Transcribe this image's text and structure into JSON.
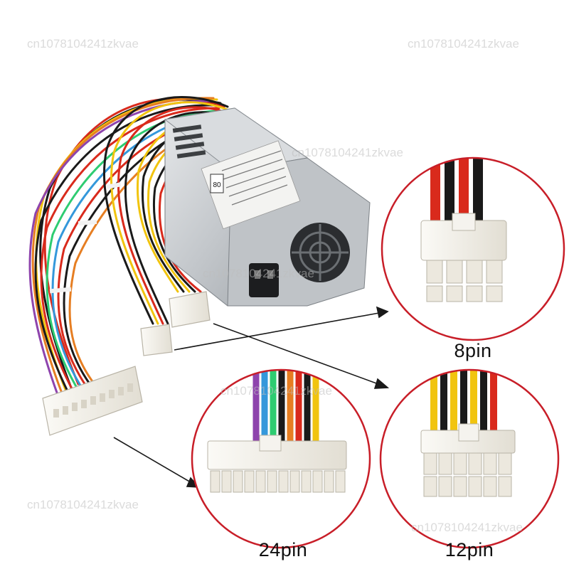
{
  "labels": {
    "pin8": "8pin",
    "pin24": "24pin",
    "pin12": "12pin"
  },
  "watermark": {
    "text": "cn1078104241zkvae"
  },
  "psu": {
    "badge": "80"
  },
  "colors": {
    "circle_border": "#c81e28",
    "connector": "#f4f1ea",
    "psu_body": "#c9ccd0",
    "arrow": "#1a1a1a"
  }
}
